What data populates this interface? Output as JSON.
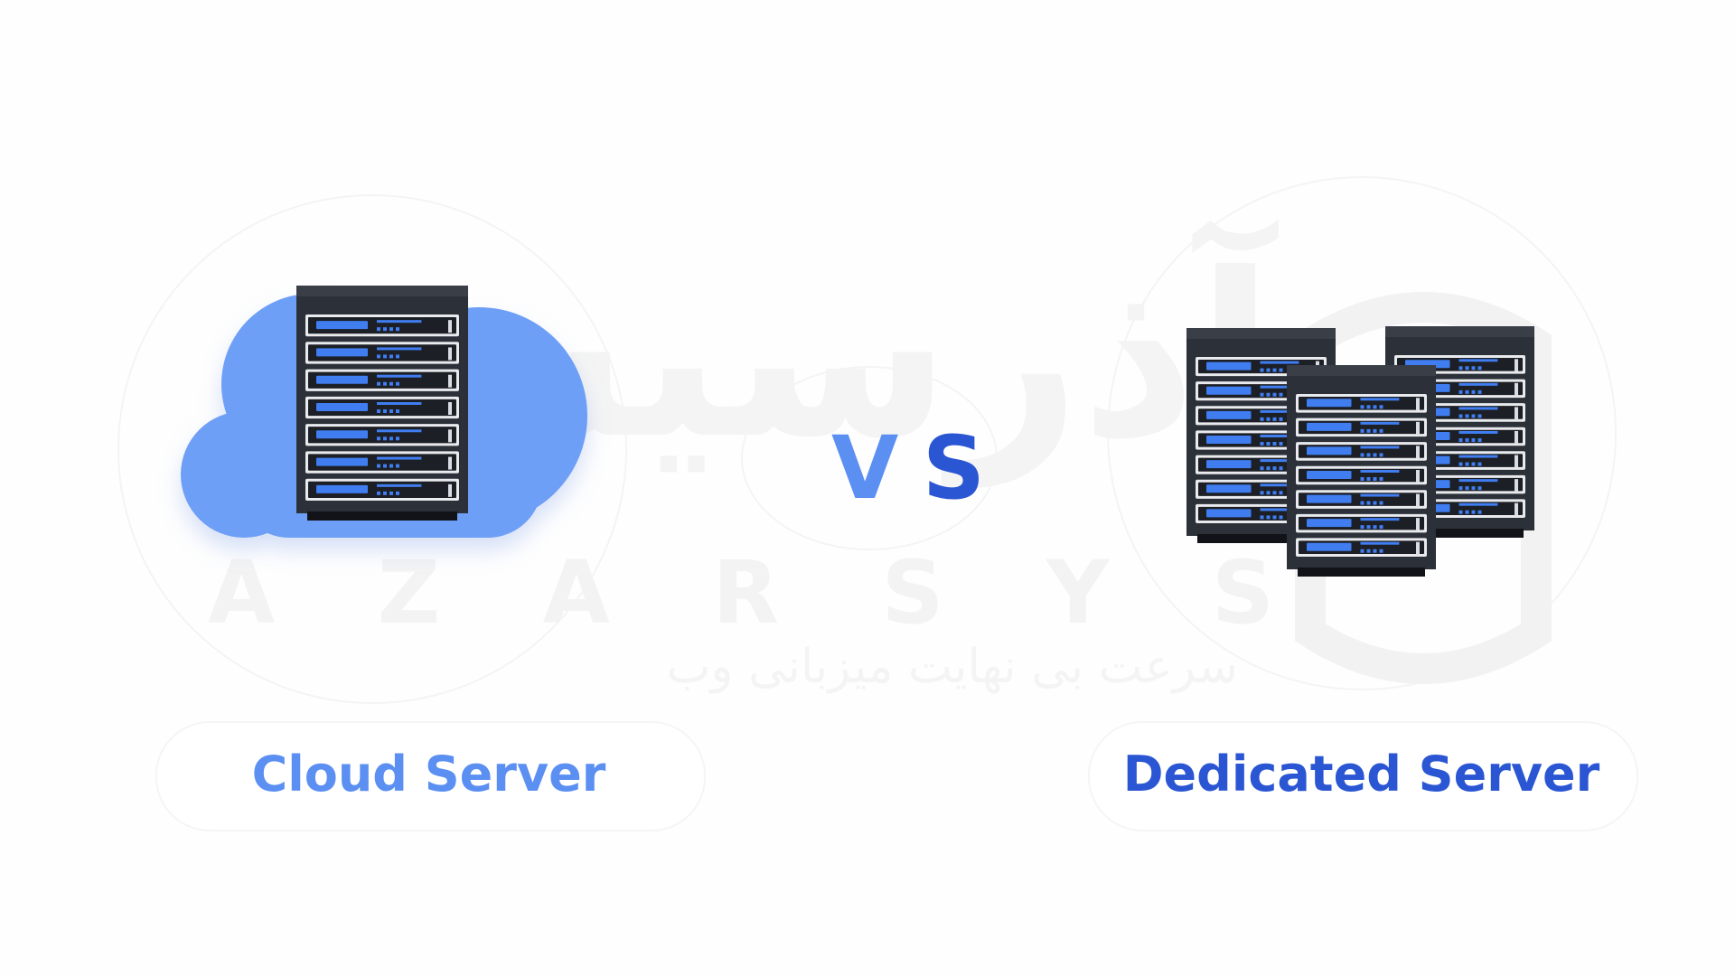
{
  "watermark": {
    "brand_persian": "آذرسیس",
    "brand_latin": [
      "A",
      "Z",
      "A",
      "R",
      "S",
      "Y",
      "S"
    ],
    "tagline": "سرعت بی نهایت میزبانی وب"
  },
  "left": {
    "label": "Cloud Server",
    "icon": "cloud-server-icon"
  },
  "center": {
    "v": "V",
    "s": "S"
  },
  "right": {
    "label": "Dedicated Server",
    "icon": "server-racks-icon"
  },
  "colors": {
    "cloud_blue": "#6e9ff6",
    "light_blue_text": "#5b8ff2",
    "dark_blue_text": "#2b56d3",
    "server_body": "#2c3038",
    "server_led": "#3f7df0",
    "watermark_gray": "#f3f3f3"
  }
}
